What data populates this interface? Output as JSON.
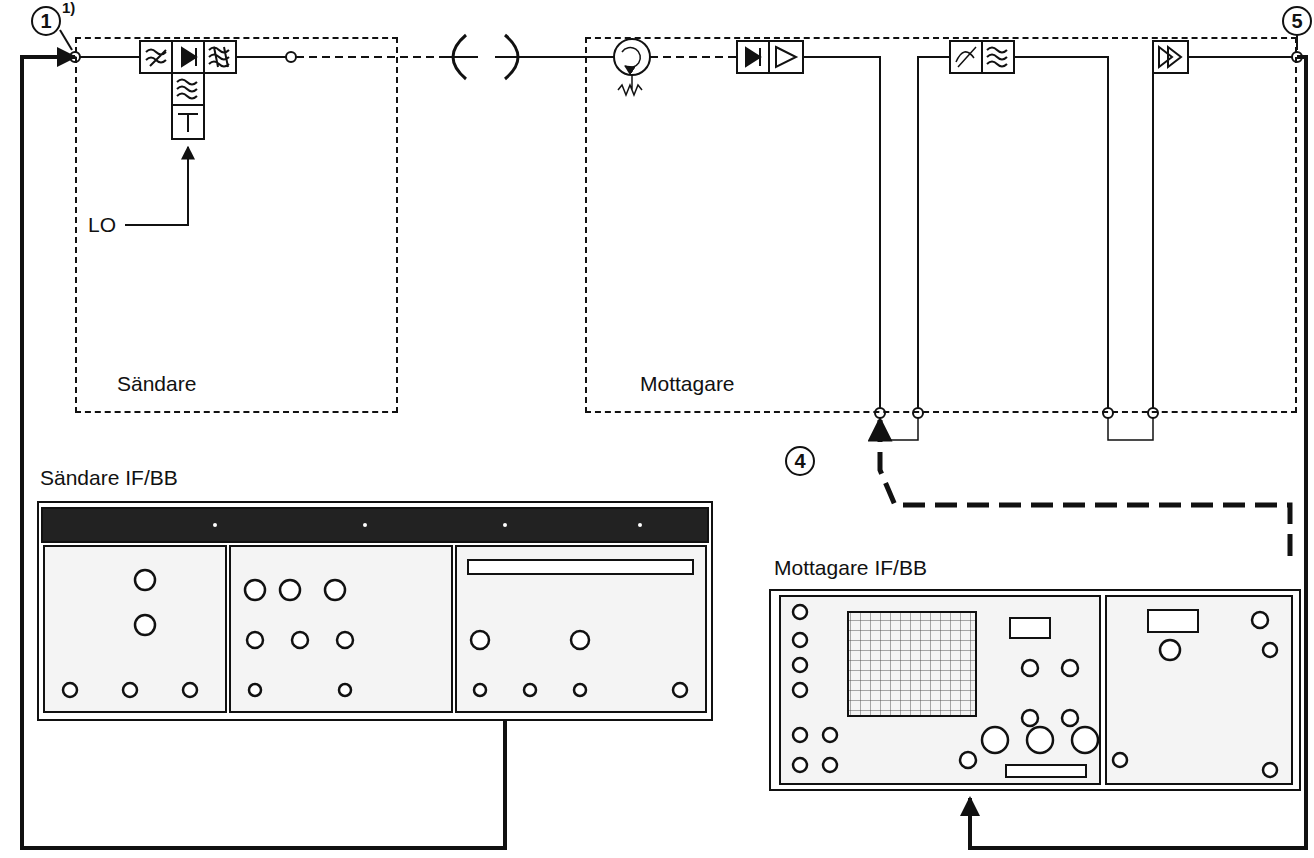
{
  "diagram": {
    "nodes": [
      {
        "text": [
          "Sändare"
        ]
      },
      {
        "text": [
          "Mottagare"
        ]
      },
      {
        "text": [
          "Sändare IF/BB"
        ]
      },
      {
        "text": [
          "Mottagare IF/BB"
        ]
      }
    ],
    "edges": [
      {
        "from": 2,
        "to": 0,
        "arrow": "to"
      },
      {
        "from": 1,
        "to": 3,
        "arrow": "to"
      },
      {
        "from": 3,
        "to": 1,
        "arrow": "to"
      }
    ],
    "labels": [
      "1)",
      "1",
      "4",
      "5",
      "LO"
    ]
  }
}
